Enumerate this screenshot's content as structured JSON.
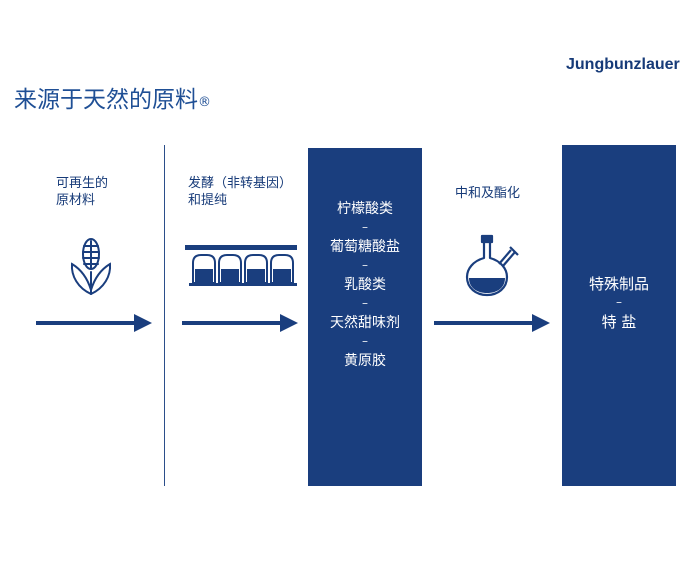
{
  "brand": "Jungbunzlauer",
  "title": "来源于天然的原料",
  "title_mark": "®",
  "colors": {
    "primary": "#1a3e7e",
    "text": "#163a78"
  },
  "stages": [
    {
      "label_lines": [
        "可再生的",
        "原材料"
      ],
      "icon": "corn-plant-icon"
    },
    {
      "label_lines": [
        "发酵（非转基因）",
        "和提纯"
      ],
      "icon": "fermentation-tanks-icon"
    },
    {
      "label_lines": [
        "中和及酯化"
      ],
      "icon": "chemistry-flask-icon"
    }
  ],
  "products": [
    "柠檬酸类",
    "葡萄糖酸盐",
    "乳酸类",
    "天然甜味剂",
    "黄原胶"
  ],
  "specialties": [
    "特殊制品",
    "特 盐"
  ],
  "separator": "–"
}
